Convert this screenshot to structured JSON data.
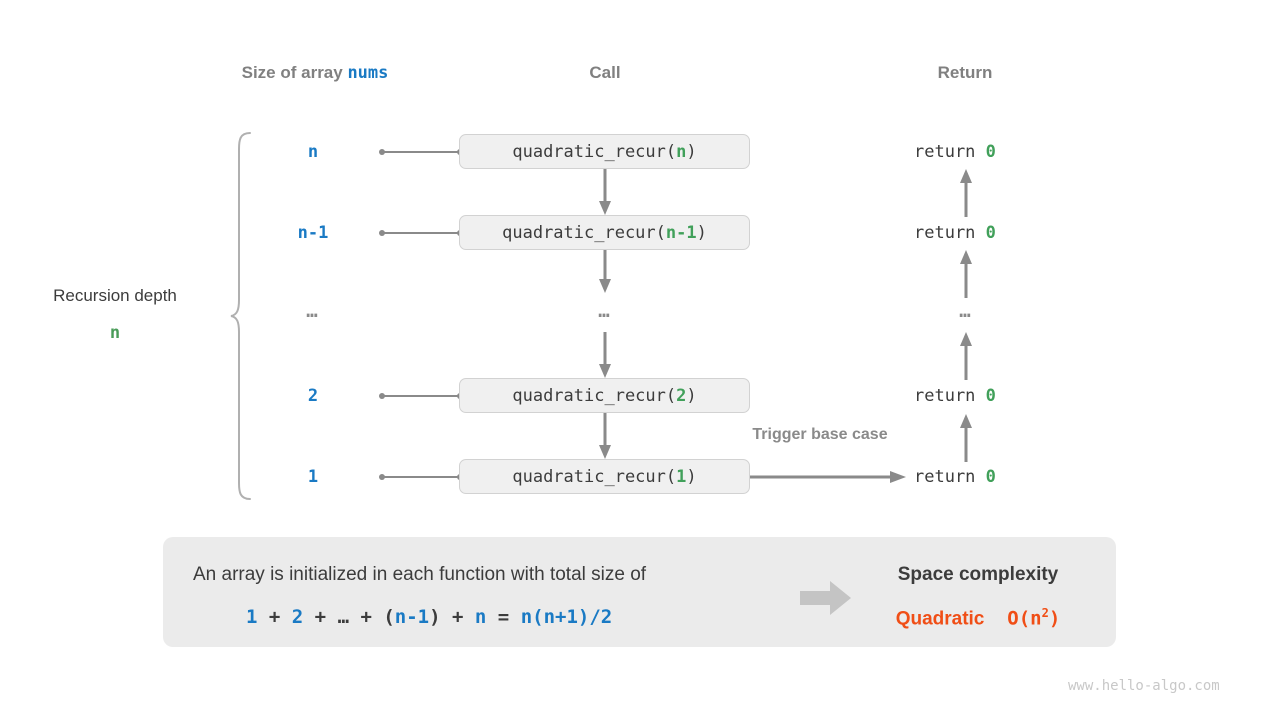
{
  "headers": {
    "size": {
      "prefix": "Size of array ",
      "code": "nums"
    },
    "call": "Call",
    "return": "Return"
  },
  "depth": {
    "title": "Recursion depth",
    "value": "n"
  },
  "rows": [
    {
      "size": "n",
      "call_prefix": "quadratic_recur(",
      "call_arg": "n",
      "call_suffix": ")",
      "return_prefix": "return ",
      "return_value": "0"
    },
    {
      "size": "n-1",
      "call_prefix": "quadratic_recur(",
      "call_arg": "n-1",
      "call_suffix": ")",
      "return_prefix": "return ",
      "return_value": "0"
    },
    {
      "size": "…",
      "call_prefix": "…",
      "call_arg": "",
      "call_suffix": "",
      "return_prefix": "…",
      "return_value": ""
    },
    {
      "size": "2",
      "call_prefix": "quadratic_recur(",
      "call_arg": "2",
      "call_suffix": ")",
      "return_prefix": "return ",
      "return_value": "0"
    },
    {
      "size": "1",
      "call_prefix": "quadratic_recur(",
      "call_arg": "1",
      "call_suffix": ")",
      "return_prefix": "return ",
      "return_value": "0"
    }
  ],
  "base_case_note": "Trigger base case",
  "panel": {
    "line1": "An array is initialized in each function with total size of",
    "formula": {
      "t1": "1",
      "op1": " + ",
      "t2": "2",
      "op2": " + ",
      "t3": "…",
      "op3": " + ",
      "paren_open": "(",
      "t4": "n-1",
      "paren_close": ")",
      "op4": " + ",
      "t5": "n",
      "eq": " = ",
      "rhs": "n(n+1)/2"
    },
    "right_title": "Space complexity",
    "right_word": "Quadratic",
    "right_big_o": "O(n",
    "right_exp": "2",
    "right_big_o_close": ")"
  },
  "watermark": "www.hello-algo.com",
  "colors": {
    "blue": "#1a7ac4",
    "green": "#41a05a",
    "orange": "#f04e16",
    "gray_text": "#3c3c3c",
    "gray_muted": "#8a8a8a",
    "box_fill": "#f0f0f0",
    "panel_fill": "#ebebeb",
    "arrow": "#8a8a8a"
  }
}
